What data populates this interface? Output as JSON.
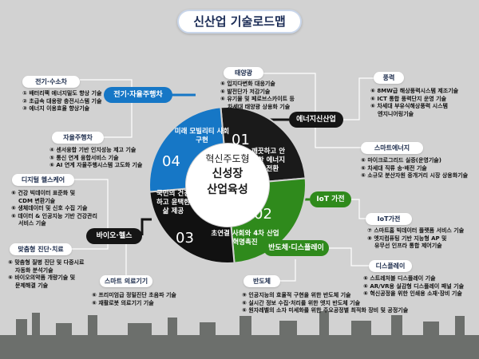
{
  "title": "신산업 기술로드맵",
  "center": {
    "line1": "혁신주도형",
    "line2": "신성장",
    "line3": "산업육성"
  },
  "segments": [
    {
      "num": "01",
      "text": "깨끗하고 안전한 에너지로 전환",
      "color": "#1a1a1a"
    },
    {
      "num": "02",
      "text": "초연결 사회와 4차 산업혁명촉진",
      "color": "#2f8a1c"
    },
    {
      "num": "03",
      "text": "국민의 건강하고 윤택한 삶 제공",
      "color": "#111111"
    },
    {
      "num": "04",
      "text": "미래 모빌리티 사회구현",
      "color": "#1677c6"
    }
  ],
  "hubs": {
    "mobility": "전기·자율주행차",
    "energy": "에너지신산업",
    "iot": "IoT 가전",
    "semi": "반도체·디스플레이",
    "bio": "바이오·헬스"
  },
  "topics": [
    {
      "label": "전기·수소차",
      "items": [
        "① 배터리팩 에너지밀도 향상 기술",
        "② 초급속 대용량 충전시스템 기술",
        "③ 에너지 이용효율 향상기술"
      ]
    },
    {
      "label": "자율주행차",
      "items": [
        "④ 센서융합 기반 인지성능 제고 기술",
        "⑤ 통신 연계 융합서비스 기술",
        "⑥ AI 연계 자율주행시스템 고도화 기술"
      ]
    },
    {
      "label": "디지털 헬스케어",
      "items": [
        "⑥ 건강 빅데이터 표준화 및",
        "CDM 변환기술",
        "⑥ 생체데이터 및 신호 수집 기술",
        "⑥ 데이터 & 인공지능 기반 건강관리",
        "서비스 기술"
      ]
    },
    {
      "label": "맞춤형 진단·치료",
      "items": [
        "⑥ 맞춤형 질병 진단 및 다중시료",
        "자동화 분석기술",
        "⑥ 바이오의약품 개량기술 및",
        "문제해결 기술"
      ]
    },
    {
      "label": "스마트 의료기기",
      "items": [
        "⑥ 프리미엄급 정밀진단 초음파 기술",
        "⑥ 재활로봇 의료기기 기술"
      ]
    },
    {
      "label": "태양광",
      "items": [
        "⑥ 입지다변화 대응기술",
        "⑥ 발전단가 저감기술",
        "⑥ 유기물 및 페로브스카이트 등",
        "차세대 태양광 상용화 기술"
      ]
    },
    {
      "label": "풍력",
      "items": [
        "⑥ 8MW급 해상풍력시스템 제조기술",
        "⑥ ICT 통합 풍력단지 운영 기술",
        "⑥ 차세대 부유식해상풍력 시스템",
        "엔지니어링기술"
      ]
    },
    {
      "label": "스마트에너지",
      "items": [
        "⑥ 마이크로그리드 실증(운영기술)",
        "⑥ 차세대 직류 송·배전 기술",
        "⑥ 소규모 분산자원 중개거리 시장 상용화기술"
      ]
    },
    {
      "label": "IoT가전",
      "items": [
        "⑦ 스마트홈 빅데이터 플랫폼 서비스 기술",
        "⑧ 엣지컴퓨팅 기반 지능형 AP 및",
        "유무선 인프라 통합 제어기술"
      ]
    },
    {
      "label": "디스플레이",
      "items": [
        "⑥ 스트레처블 디스플레이 기술",
        "⑥ AR/VR용 실감형 디스플레이 패널 기술",
        "⑥ 혁신공정을 위한 인쇄용 소재·장비 기술"
      ]
    },
    {
      "label": "반도체",
      "items": [
        "⑨ 인공지능의 효율적 구현을 위한 반도체 기술",
        "⑥ 실시간 정보 수집·처리를 위한 엣지 반도체 기술",
        "⑥ 원자레벨의 소자 미세화를 위한 주요공정별 최적화 장비 및 공정기술"
      ]
    }
  ]
}
